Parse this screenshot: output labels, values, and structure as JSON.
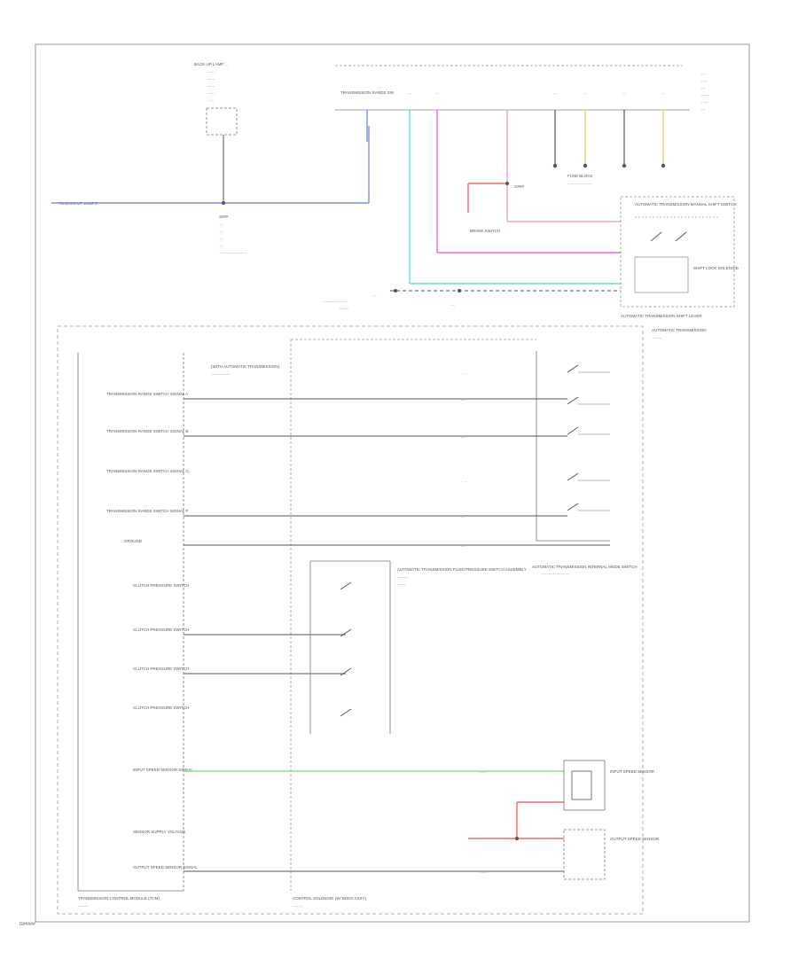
{
  "page": {
    "label": "G#####"
  },
  "wire_colors": {
    "blue": "#7e8fe0",
    "cyan": "#60e0d8",
    "magenta": "#f060f0",
    "pink": "#f7a0c8",
    "red": "#f06a6a",
    "green": "#8de08d",
    "yellow": "#e8d860",
    "dark": "#555555"
  },
  "top": {
    "left_component_label": "BACK-UP LAMP ...",
    "left_wire_label": "TO BACK-UP LAMPS",
    "splice_block": [
      "S###",
      "...",
      "...",
      "...",
      "..."
    ],
    "top_labels": [
      "TRANSMISSION RANGE SW",
      "...",
      "...",
      "...",
      "...",
      "...",
      "...",
      "..."
    ],
    "fuse_block_label": "FUSE BLOCK",
    "ground_label": "G###",
    "brake_switch_label": "BRAKE SWITCH",
    "shift_lever_title": "AUTOMATIC TRANSMISSION SHIFT LEVER",
    "shift_lever_inner": "AUTOMATIC TRANSMISSION MANUAL SHIFT SWITCH",
    "shift_lock_label": "SHIFT LOCK SOLENOID"
  },
  "tcm": {
    "title": "TRANSMISSION CONTROL MODULE (TCM)",
    "note": "(WITH AUTOMATIC TRANSMISSION)",
    "rows": [
      "TRANSMISSION RANGE SWITCH SIGNAL A",
      "TRANSMISSION RANGE SWITCH SIGNAL B",
      "TRANSMISSION RANGE SWITCH SIGNAL C",
      "TRANSMISSION RANGE SWITCH SIGNAL P",
      "GROUND",
      "CLUTCH PRESSURE SWITCH",
      "CLUTCH PRESSURE SWITCH",
      "CLUTCH PRESSURE SWITCH",
      "CLUTCH PRESSURE SWITCH",
      "INPUT SPEED SENSOR SIGNAL",
      "SENSOR SUPPLY VOLTAGE",
      "OUTPUT SPEED SENSOR SIGNAL"
    ]
  },
  "control_solenoid": {
    "title": "CONTROL SOLENOID (W/ BODY ASSY)",
    "range_switch_label": "AUTOMATIC TRANSMISSION INTERNAL MODE SWITCH",
    "pressure_box_label": "AUTOMATIC TRANSMISSION FLUID PRESSURE SWITCH ASSEMBLY",
    "input_speed_label": "INPUT SPEED SENSOR",
    "output_speed_label": "OUTPUT SPEED SENSOR"
  },
  "right_side_label": "AUTOMATIC TRANSMISSION"
}
